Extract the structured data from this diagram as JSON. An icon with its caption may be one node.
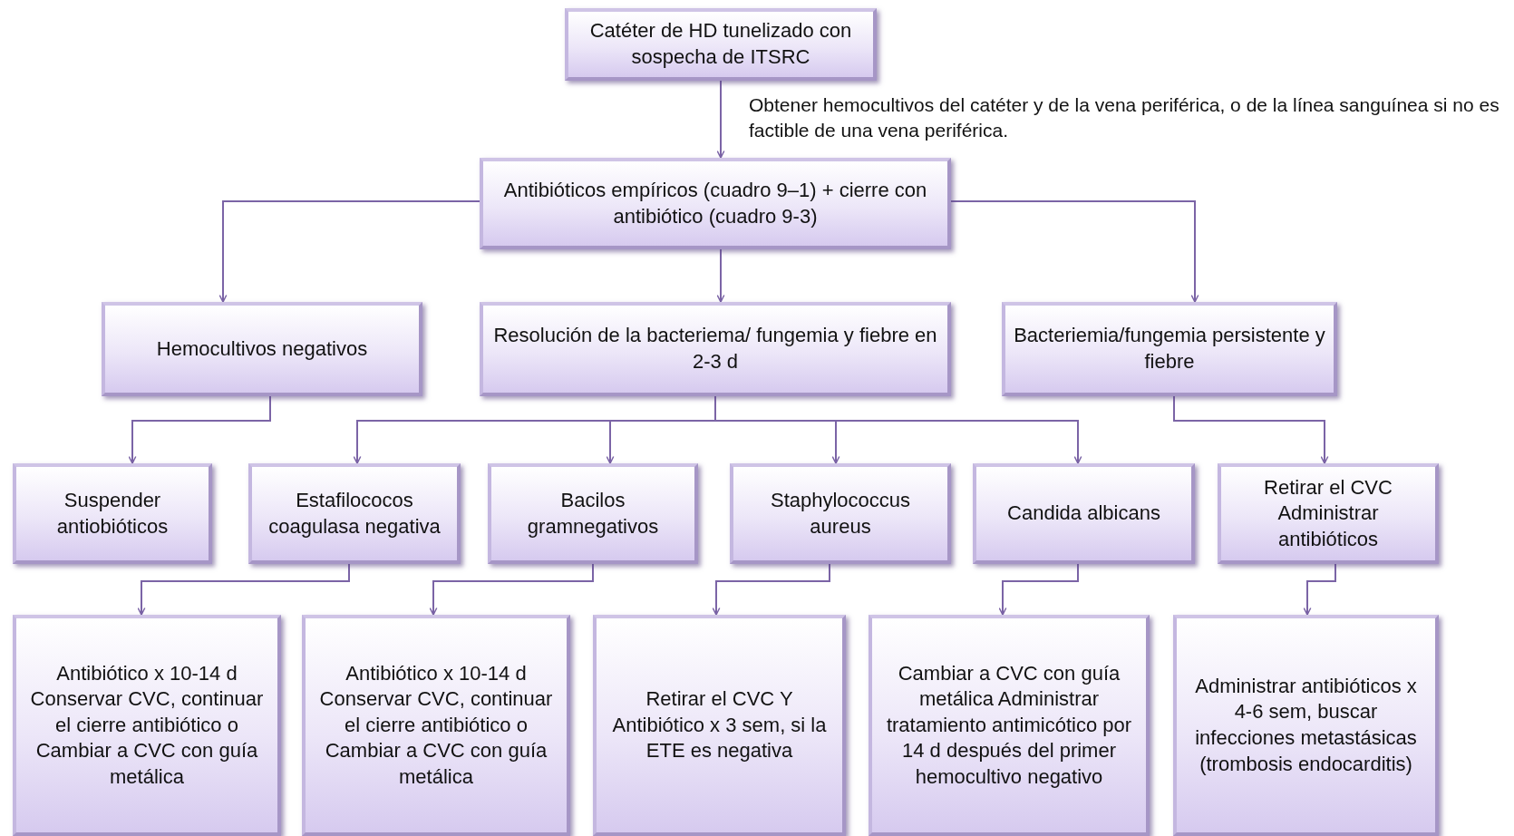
{
  "diagram": {
    "nodes": [
      {
        "text": [
          "Catéter de HD tunelizado con sospecha de ITSRC"
        ]
      },
      {
        "text": [
          "Antibióticos empíricos (cuadro 9–1) + cierre con antibiótico (cuadro 9-3)"
        ]
      },
      {
        "text": [
          "Hemocultivos negativos"
        ]
      },
      {
        "text": [
          "Resolución de la bacteriema/ fungemia y fiebre en 2-3 d"
        ]
      },
      {
        "text": [
          "Bacteriemia/fungemia persistente y fiebre"
        ]
      },
      {
        "text": [
          "Suspender antiobióticos"
        ]
      },
      {
        "text": [
          "Estafilococos coagulasa negativa"
        ]
      },
      {
        "text": [
          "Bacilos gramnegativos"
        ]
      },
      {
        "text": [
          "Staphylococcus aureus"
        ]
      },
      {
        "text": [
          "Candida albicans"
        ]
      },
      {
        "text": [
          "Retirar el CVC Administrar antibióticos"
        ]
      },
      {
        "text": [
          "Antibiótico x 10-14 d Conservar CVC, continuar el cierre antibiótico o Cambiar a CVC con guía metálica"
        ]
      },
      {
        "text": [
          "Antibiótico x 10-14 d Conservar CVC, continuar el cierre antibiótico o Cambiar a CVC con guía metálica"
        ]
      },
      {
        "text": [
          "Retirar el CVC Y Antibiótico x 3 sem, si la ETE es negativa"
        ]
      },
      {
        "text": [
          "Cambiar a CVC con guía metálica Administrar tratamiento antimicótico por 14 d después del primer hemocultivo negativo"
        ]
      },
      {
        "text": [
          "Administrar antibióticos x 4-6 sem, buscar infecciones metastásicas (trombosis endocarditis)"
        ]
      }
    ],
    "edges": [
      {
        "from": 0,
        "to": 1,
        "arrow": "to",
        "label": "Obtener hemocultivos del catéter y de la vena periférica, o de la línea sanguínea si no es factible de una vena periférica."
      },
      {
        "from": 1,
        "to": 2,
        "arrow": "to"
      },
      {
        "from": 1,
        "to": 3,
        "arrow": "to"
      },
      {
        "from": 1,
        "to": 4,
        "arrow": "to"
      },
      {
        "from": 2,
        "to": 5,
        "arrow": "to"
      },
      {
        "from": 3,
        "to": 6,
        "arrow": "to"
      },
      {
        "from": 3,
        "to": 7,
        "arrow": "to"
      },
      {
        "from": 3,
        "to": 8,
        "arrow": "to"
      },
      {
        "from": 3,
        "to": 9,
        "arrow": "to"
      },
      {
        "from": 4,
        "to": 10,
        "arrow": "to"
      },
      {
        "from": 6,
        "to": 11,
        "arrow": "to"
      },
      {
        "from": 7,
        "to": 12,
        "arrow": "to"
      },
      {
        "from": 8,
        "to": 13,
        "arrow": "to"
      },
      {
        "from": 9,
        "to": 14,
        "arrow": "to"
      },
      {
        "from": 10,
        "to": 15,
        "arrow": "to"
      }
    ]
  }
}
